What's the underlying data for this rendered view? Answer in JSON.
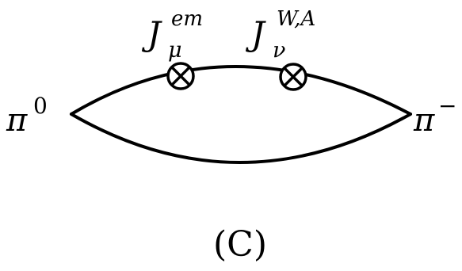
{
  "diagram": {
    "incoming": {
      "base": "π",
      "sup": "0"
    },
    "outgoing": {
      "base": "π",
      "sup": "−"
    },
    "vertex1": {
      "base": "J",
      "sub": "μ",
      "sup": "em"
    },
    "vertex2": {
      "base": "J",
      "sub": "ν",
      "sup": "W,A"
    },
    "caption": "(C)",
    "colors": {
      "stroke": "#000000",
      "background": "#ffffff"
    }
  }
}
